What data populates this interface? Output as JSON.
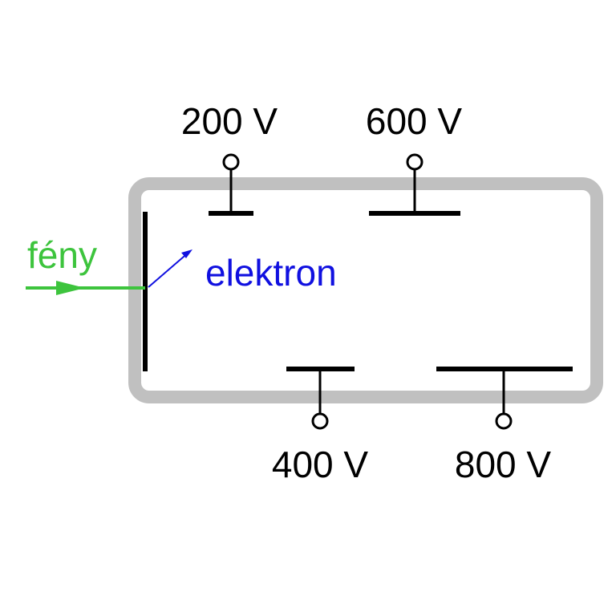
{
  "labels": {
    "light": "fény",
    "electron": "elektron"
  },
  "electrodes": [
    {
      "voltage": "200 V"
    },
    {
      "voltage": "600 V"
    },
    {
      "voltage": "400 V"
    },
    {
      "voltage": "800 V"
    }
  ],
  "colors": {
    "tube": "#c0c0c0",
    "electrode": "#000000",
    "light": "#3dc43d",
    "electron": "#1010e0",
    "text": "#000000"
  }
}
